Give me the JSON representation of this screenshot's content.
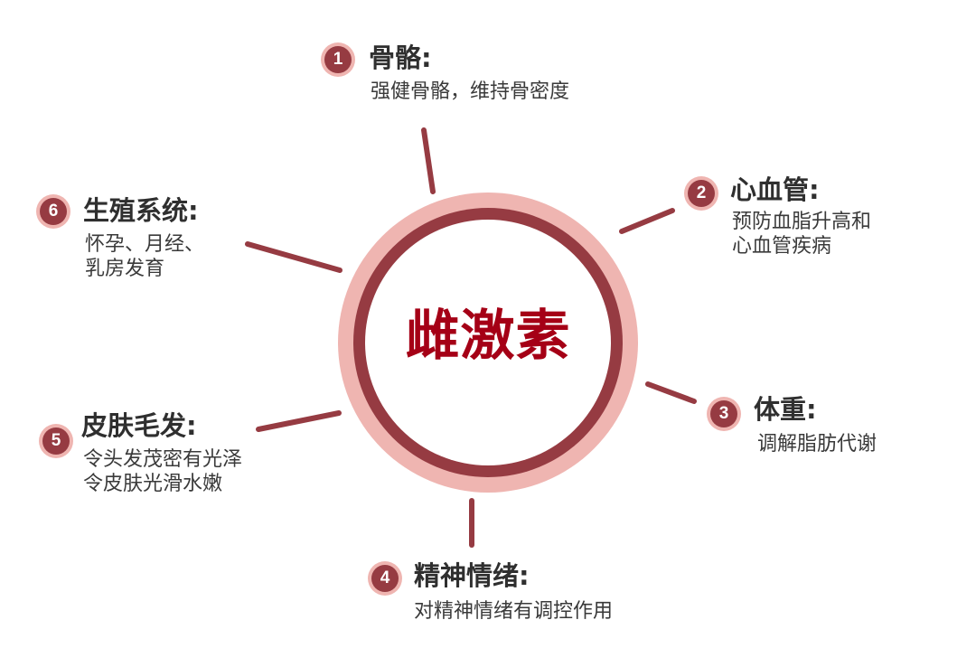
{
  "colors": {
    "accent_dark": "#963b42",
    "accent_light": "#efb5b1",
    "center_text": "#a50016",
    "title_text": "#2f2f2f",
    "desc_text": "#3a3a3a"
  },
  "center": {
    "label": "雌激素"
  },
  "nodes": [
    {
      "number": "1",
      "title": "骨骼:",
      "desc": [
        "强健骨骼，维持骨密度"
      ]
    },
    {
      "number": "2",
      "title": "心血管:",
      "desc": [
        "预防血脂升高和",
        "心血管疾病"
      ]
    },
    {
      "number": "3",
      "title": "体重:",
      "desc": [
        "调解脂肪代谢"
      ]
    },
    {
      "number": "4",
      "title": "精神情绪:",
      "desc": [
        "对精神情绪有调控作用"
      ]
    },
    {
      "number": "5",
      "title": "皮肤毛发:",
      "desc": [
        "令头发茂密有光泽",
        "令皮肤光滑水嫩"
      ]
    },
    {
      "number": "6",
      "title": "生殖系统:",
      "desc": [
        "怀孕、月经、",
        "乳房发育"
      ]
    }
  ]
}
